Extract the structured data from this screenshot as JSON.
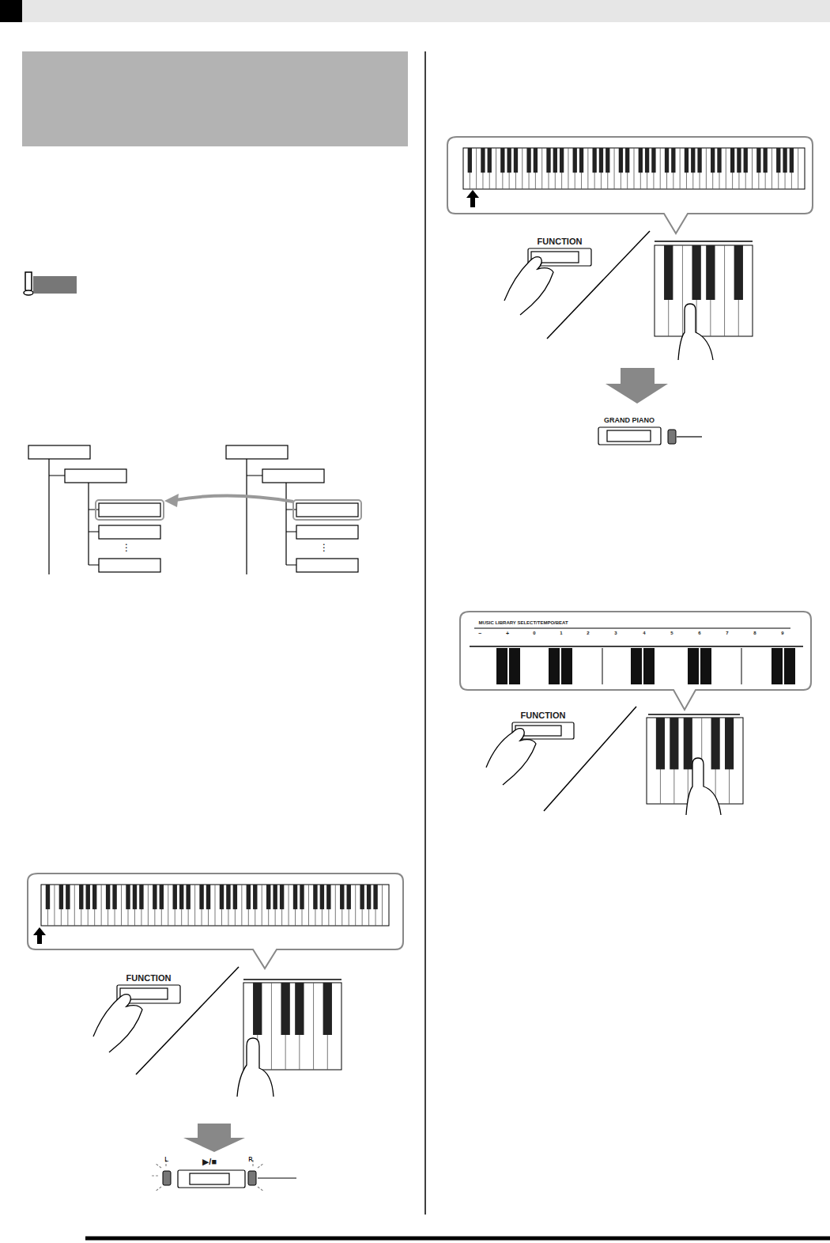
{
  "diagram": {
    "labels": [
      "FUNCTION",
      "▶/■",
      "FUNCTION",
      "GRAND PIANO",
      "MUSIC LIBRARY SELECT/TEMPO/BEAT",
      "−",
      "+",
      "0",
      "1",
      "2",
      "3",
      "4",
      "5",
      "6",
      "7",
      "8",
      "9",
      "FUNCTION"
    ]
  }
}
